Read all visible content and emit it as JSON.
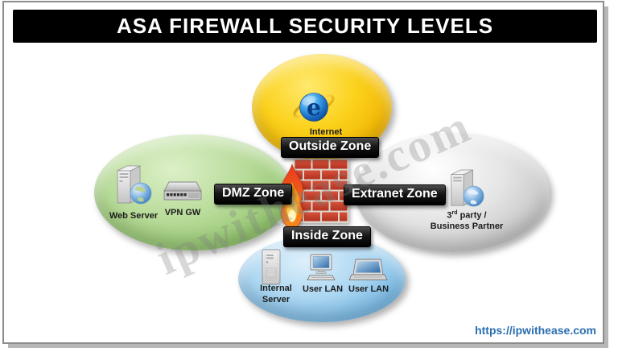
{
  "title": "ASA FIREWALL SECURITY LEVELS",
  "watermark": "ipwithease.com",
  "footer": {
    "link": "https://ipwithease.com"
  },
  "colors": {
    "title_bg": "#000000",
    "title_fg": "#ffffff",
    "outside_fill": "#f6c511",
    "dmz_fill": "#9ccb7c",
    "extranet_fill": "#cccccc",
    "inside_fill": "#8ec6ec",
    "zone_label_bg": "#000000",
    "zone_label_fg": "#ffffff",
    "brick": "#c23a26",
    "mortar": "#ddd6ca",
    "flame_orange": "#f78c1e",
    "link": "#2a6fb0"
  },
  "zones": {
    "outside": {
      "label": "Outside Zone",
      "node": "Internet"
    },
    "dmz": {
      "label": "DMZ Zone",
      "node1": "Web Server",
      "node2": "VPN GW"
    },
    "extranet": {
      "label": "Extranet Zone",
      "node_num": "3",
      "node_sup": "rd",
      "node_rest": " party /",
      "node_line2": "Business Partner"
    },
    "inside": {
      "label": "Inside Zone",
      "node1_line1": "Internal",
      "node1_line2": "Server",
      "node2": "User LAN",
      "node3": "User LAN"
    }
  }
}
